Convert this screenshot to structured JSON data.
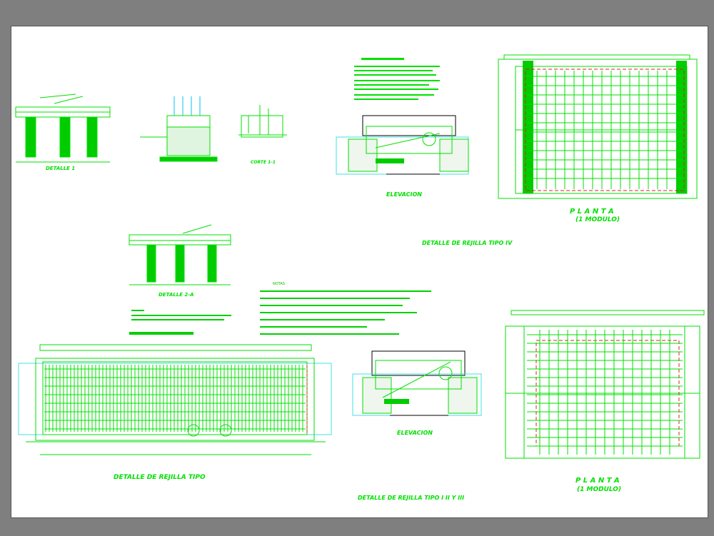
{
  "colors": {
    "background": "#7f7f7f",
    "sheet": "#ffffff",
    "linework": "#00e000",
    "dark": "#008000",
    "cyan": "#40e0e0",
    "red": "#e02020",
    "black": "#000000"
  },
  "titles": {
    "detalle_1": "DETALLE 1",
    "corte": "CORTE 1-1",
    "elevacion_top": "ELEVACION",
    "planta_top": "P L A N T A",
    "modulo_top": "(1 MODULO)",
    "tipo_iv": "DETALLE DE REJILLA TIPO IV",
    "detalle_2a": "DETALLE 2-A",
    "rejilla_tipo": "DETALLE DE REJILLA TIPO",
    "elevacion_bottom": "ELEVACION",
    "planta_bottom": "P L A N T A",
    "modulo_bottom": "(1 MODULO)",
    "tipo_i_ii_iii": "DETALLE DE REJILLA TIPO I II Y III",
    "notas": "NOTAS"
  }
}
